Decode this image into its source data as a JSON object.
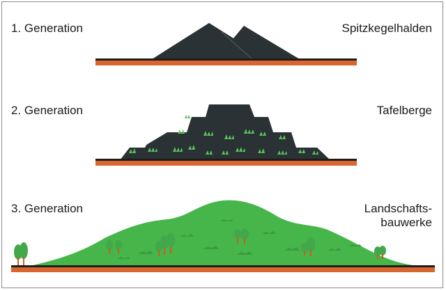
{
  "generations": [
    {
      "label": "1. Generation",
      "type_name": "Spitzkegelhalden"
    },
    {
      "label": "2. Generation",
      "type_name": "Tafelberge"
    },
    {
      "label": "3. Generation",
      "type_name_line1": "Landschafts-",
      "type_name_line2": "bauwerke"
    }
  ],
  "colors": {
    "ground": "#d8662e",
    "ground_shadow": "#1c1c1c",
    "heap": "#2a3235",
    "green_hill": "#46b54a",
    "hill_patch": "#3a9c3f",
    "tree_foliage": "#43a84a",
    "tree_trunk": "#d25a28",
    "frame": "#8a8a8a"
  }
}
